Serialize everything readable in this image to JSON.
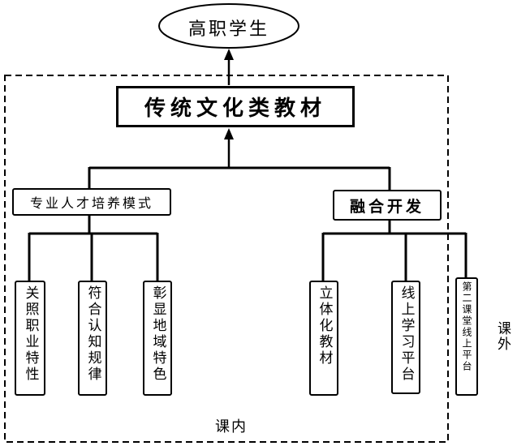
{
  "top_node": "高职学生",
  "main_node": "传统文化类教材",
  "branch_left": "专业人才培养模式",
  "branch_right": "融合开发",
  "leaves_left": [
    "关照职业特性",
    "符合认知规律",
    "彰显地域特色"
  ],
  "leaves_right": [
    "立体化教材",
    "线上学习平台"
  ],
  "leaf_outside": "第二课堂线上平台",
  "inside_label": "课内",
  "outside_label": "课外"
}
